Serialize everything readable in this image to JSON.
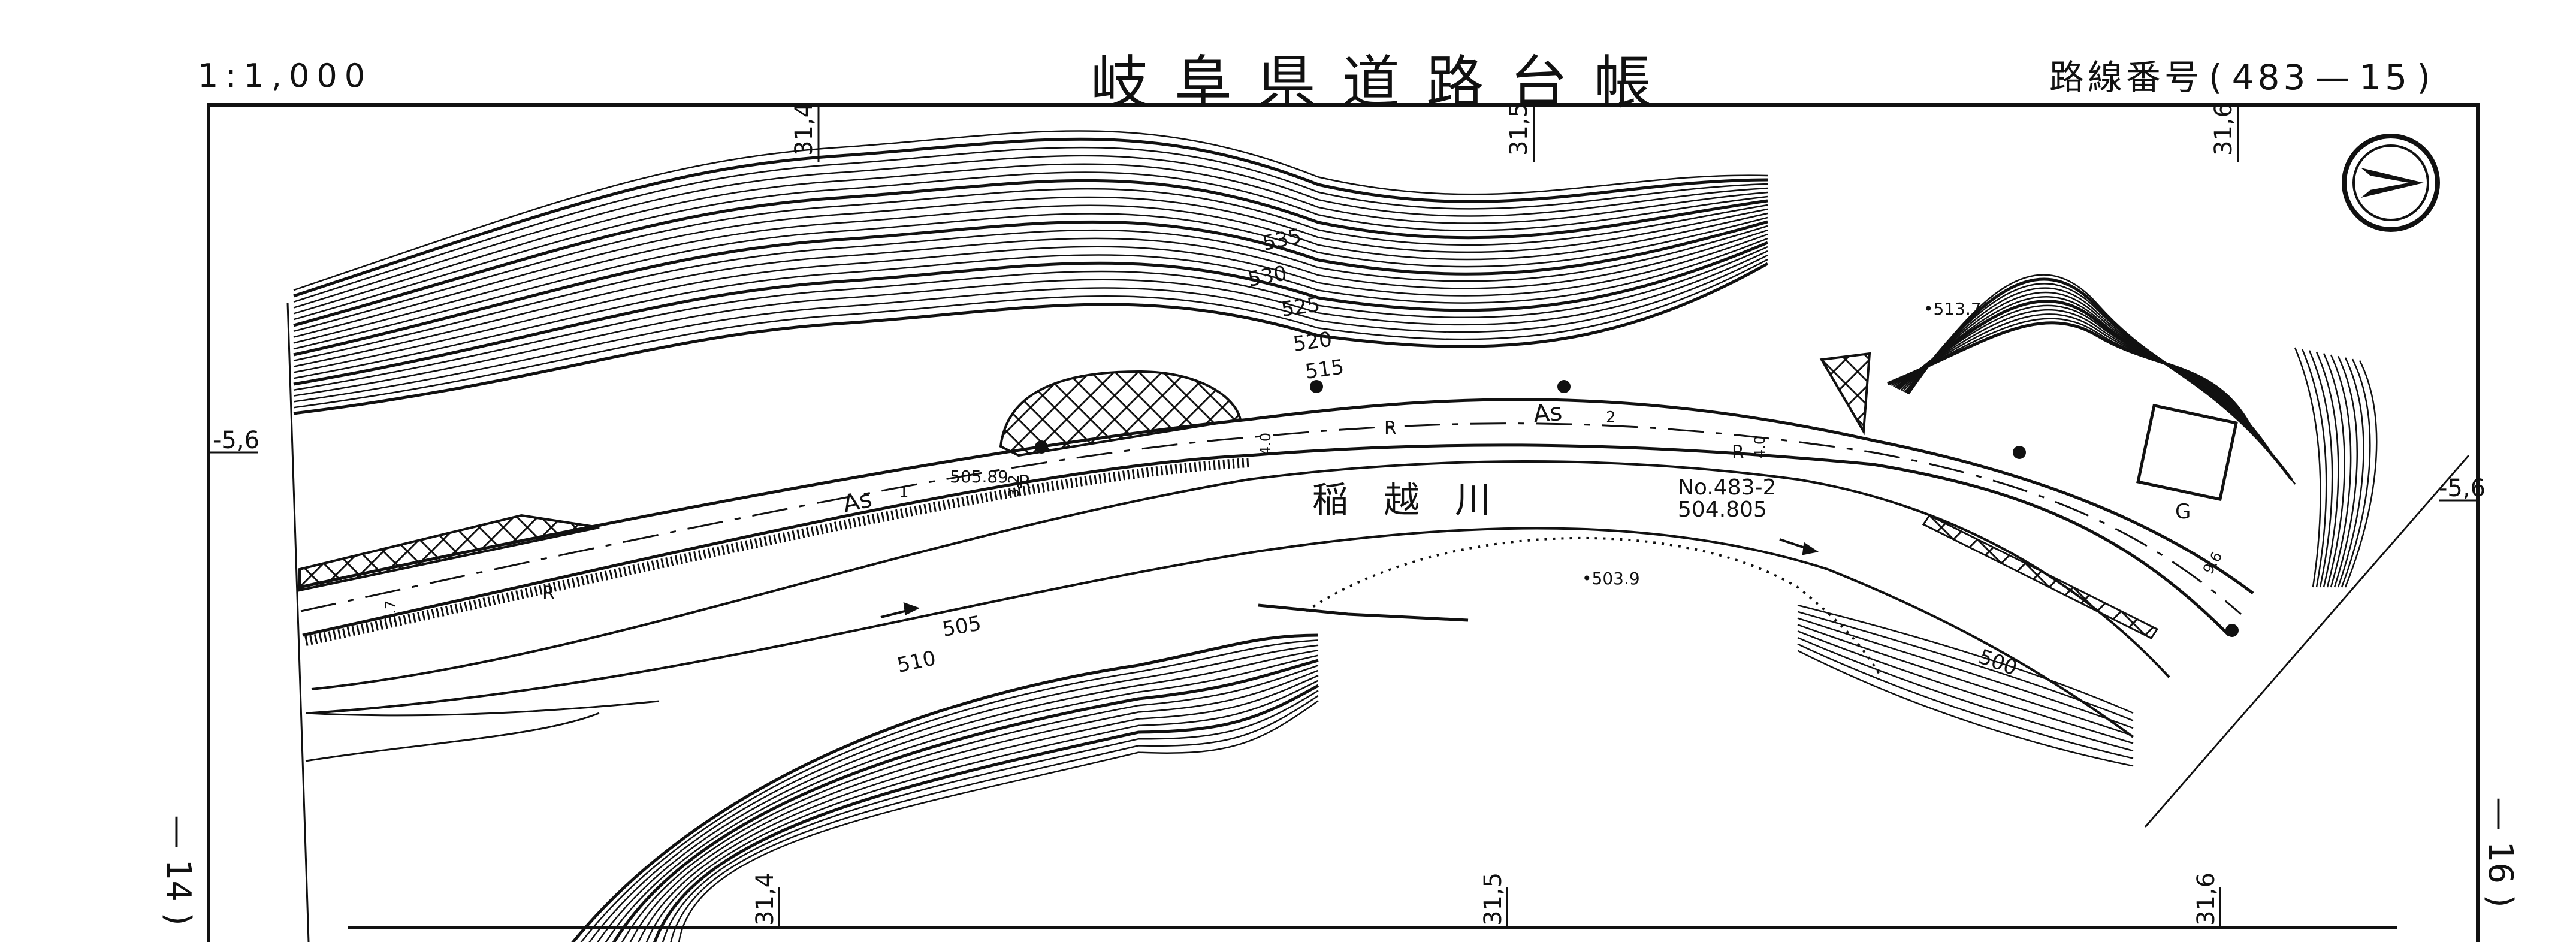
{
  "header": {
    "scale": "1:1,000",
    "title": "岐阜県道路台帳",
    "route_label": "路線番号",
    "route_open": "(",
    "route_number": "483",
    "route_dash": "—",
    "sheet_number": "15",
    "route_close": ")"
  },
  "grid": {
    "top": [
      "31,4",
      "31,5",
      "31,6"
    ],
    "bottom": [
      "31,4",
      "31,5",
      "31,6"
    ],
    "left": "-5,6",
    "right": "-5,6"
  },
  "adjacent_sheets": {
    "left": "— 14 )",
    "right": "— 16 )"
  },
  "map_labels": {
    "contours": [
      "535",
      "530",
      "525",
      "520",
      "515",
      "505",
      "510",
      "500"
    ],
    "river_name": "稲 越 川",
    "benchmark_id": "No.483-2",
    "benchmark_elev": "504.805",
    "spot_elev_1": "505.89",
    "spot_elev_2": "•503.9",
    "spot_elev_3": "•513.7",
    "pavement_1": "As",
    "pavement_1_no": "1",
    "pavement_2": "As",
    "pavement_2_no": "2",
    "road_marks": [
      "R",
      "R",
      "R",
      "R"
    ],
    "gravel": "G",
    "widths": [
      "3.7",
      "3.2",
      "4.0",
      "4.0",
      "9.6"
    ]
  },
  "north_arrow": "north-arrow-icon"
}
